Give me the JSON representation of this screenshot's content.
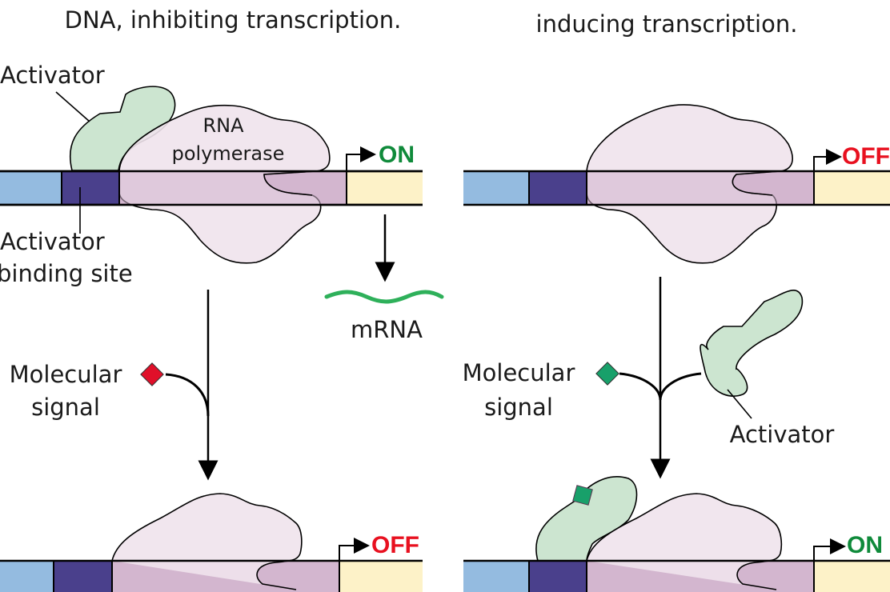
{
  "captions": {
    "left": "DNA, inhibiting transcription.",
    "right": "inducing transcription."
  },
  "labels": {
    "activator": "Activator",
    "rna_polymerase_line1": "RNA",
    "rna_polymerase_line2": "polymerase",
    "binding_site_line1": "Activator",
    "binding_site_line2": "binding site",
    "mrna": "mRNA",
    "molecular_signal_line1": "Molecular",
    "molecular_signal_line2": "signal",
    "activator_right": "Activator"
  },
  "states": {
    "left_top": "ON",
    "left_bottom": "OFF",
    "right_top": "OFF",
    "right_bottom": "ON"
  },
  "colors": {
    "on": "#0f8a3a",
    "off": "#e8101f",
    "signal_red": "#e0102a",
    "signal_green": "#18a06a",
    "activator_fill": "#cce5d0",
    "polymerase_fill": "#efe3ec",
    "mrna": "#2eb05a"
  }
}
